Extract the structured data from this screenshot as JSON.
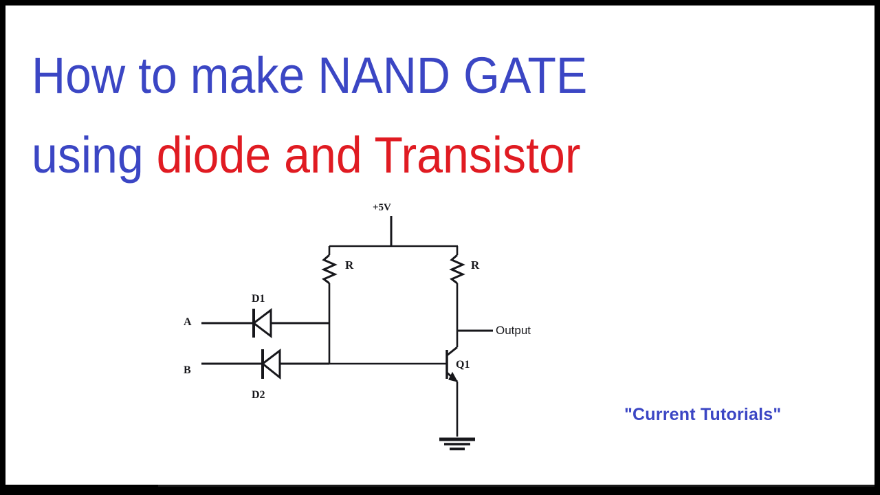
{
  "slide": {
    "title_line1_part1": "How to make NAND GATE",
    "title_line2_part1": "using ",
    "title_line2_part2": "diode and Transistor",
    "watermark": "\"Current Tutorials\"",
    "colors": {
      "title_blue": "#3b46c4",
      "title_red": "#e01b22",
      "frame_black": "#000000",
      "canvas_white": "#ffffff",
      "wire_black": "#17171b"
    }
  },
  "circuit": {
    "name": "diode-transistor-nand-gate",
    "labels": {
      "supply": "+5V",
      "resistor_left": "R",
      "resistor_right": "R",
      "diode_1": "D1",
      "diode_2": "D2",
      "input_a": "A",
      "input_b": "B",
      "transistor": "Q1",
      "output": "Output"
    },
    "components": [
      {
        "id": "R1",
        "type": "resistor",
        "label": "R"
      },
      {
        "id": "R2",
        "type": "resistor",
        "label": "R"
      },
      {
        "id": "D1",
        "type": "diode",
        "label": "D1"
      },
      {
        "id": "D2",
        "type": "diode",
        "label": "D2"
      },
      {
        "id": "Q1",
        "type": "npn-transistor",
        "label": "Q1"
      },
      {
        "id": "GND",
        "type": "ground",
        "label": ""
      }
    ],
    "nets": [
      "+5V",
      "A",
      "B",
      "Output",
      "GND"
    ]
  }
}
